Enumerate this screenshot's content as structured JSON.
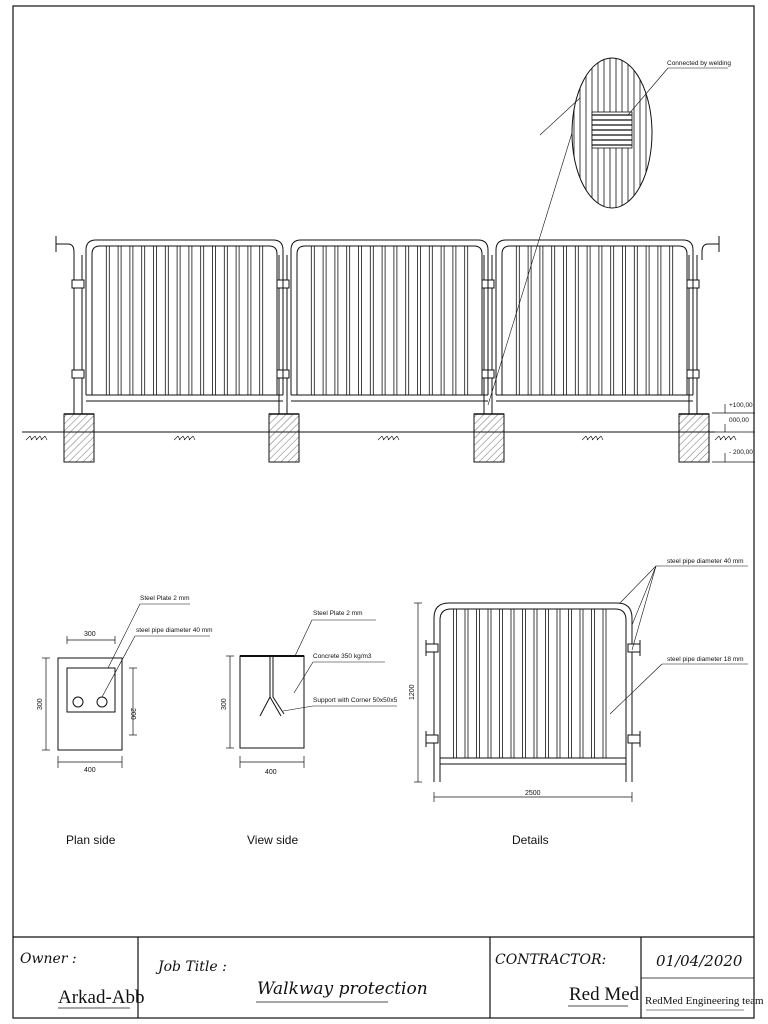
{
  "elevation": {
    "callout": "Connected by welding",
    "levels": [
      "+100,00",
      "000,00",
      "- 200,00"
    ]
  },
  "plan": {
    "caption": "Plan side",
    "plate_label": "Steel Plate 2 mm",
    "pipe_label": "steel pipe diameter 40 mm",
    "dim_top": "300",
    "dim_left": "300",
    "dim_inner": "200",
    "dim_bottom": "400"
  },
  "view": {
    "caption": "View side",
    "plate_label": "Steel Plate 2 mm",
    "concrete_label": "Concrete 350 kg/m3",
    "support_label": "Support with Corner 50x50x5",
    "dim_left": "300",
    "dim_bottom": "400"
  },
  "details": {
    "caption": "Details",
    "pipe40_label": "steel pipe diameter 40 mm",
    "pipe18_label": "steel pipe diameter 18 mm",
    "dim_height": "1200",
    "dim_length": "2500"
  },
  "title_block": {
    "owner_label": "Owner :",
    "owner_value": "Arkad-Abb",
    "job_label": "Job Title :",
    "job_value": "Walkway protection",
    "contractor_label": "CONTRACTOR:",
    "contractor_value": "Red Med",
    "date": "01/04/2020",
    "team": "RedMed Engineering team"
  }
}
